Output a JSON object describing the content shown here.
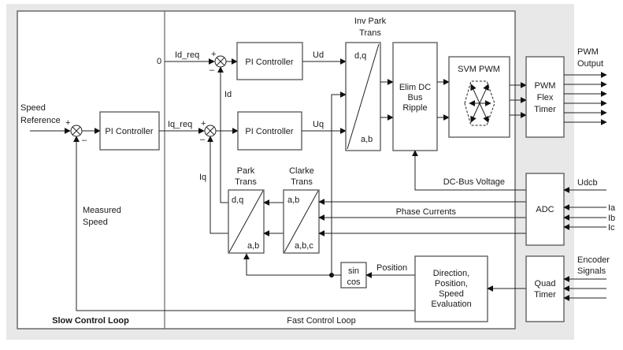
{
  "diagram": {
    "regions": {
      "slow_loop_label": "Slow Control Loop",
      "fast_loop_label": "Fast Control Loop"
    },
    "inputs": {
      "speed_reference": [
        "Speed",
        "Reference"
      ],
      "zero": "0",
      "udcb": "Udcb",
      "ia": "Ia",
      "ib": "Ib",
      "ic": "Ic",
      "encoder_signals": [
        "Encoder",
        "Signals"
      ]
    },
    "signals": {
      "id_req": "Id_req",
      "iq_req": "Iq_req",
      "ud": "Ud",
      "uq": "Uq",
      "id": "Id",
      "iq": "Iq",
      "measured_speed": [
        "Measured",
        "Speed"
      ],
      "dc_bus_voltage": "DC-Bus Voltage",
      "phase_currents": "Phase Currents",
      "position": "Position",
      "pwm_output": [
        "PWM",
        "Output"
      ]
    },
    "sum_signs": {
      "plus": "+",
      "minus": "–"
    },
    "blocks": {
      "speed_pi": "PI Controller",
      "d_pi": "PI Controller",
      "q_pi": "PI Controller",
      "inv_park": {
        "title": [
          "Inv Park",
          "Trans"
        ],
        "top": "d,q",
        "bottom": "a,b"
      },
      "elim_dc": [
        "Elim DC",
        "Bus",
        "Ripple"
      ],
      "svm_pwm": "SVM PWM",
      "pwm_flex_timer": [
        "PWM",
        "Flex",
        "Timer"
      ],
      "park": {
        "title": [
          "Park",
          "Trans"
        ],
        "top": "d,q",
        "bottom": "a,b"
      },
      "clarke": {
        "title": [
          "Clarke",
          "Trans"
        ],
        "top": "a,b",
        "bottom": "a,b,c"
      },
      "sincos": [
        "sin",
        "cos"
      ],
      "adc": "ADC",
      "quad_timer": [
        "Quad",
        "Timer"
      ],
      "evaluation": [
        "Direction,",
        "Position,",
        "Speed",
        "Evaluation"
      ]
    },
    "colors": {
      "background_panel": "#e8e8e8",
      "box_stroke": "#555555",
      "line": "#222222"
    }
  }
}
